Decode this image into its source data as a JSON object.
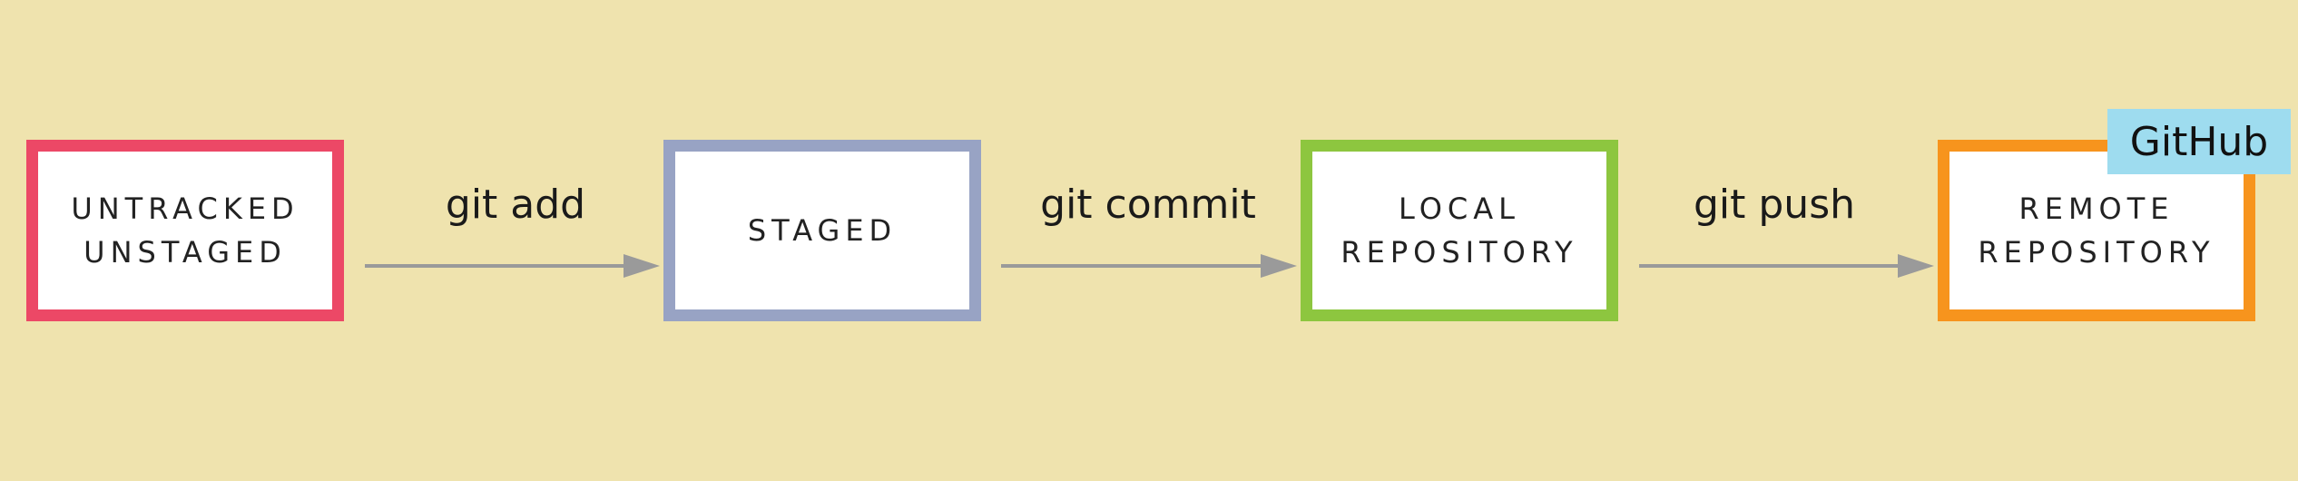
{
  "stages": {
    "untracked": {
      "line1": "UNTRACKED",
      "line2": "UNSTAGED"
    },
    "staged": {
      "line1": "STAGED"
    },
    "local": {
      "line1": "LOCAL",
      "line2": "REPOSITORY"
    },
    "remote": {
      "line1": "REMOTE",
      "line2": "REPOSITORY"
    }
  },
  "commands": {
    "add": "git add",
    "commit": "git commit",
    "push": "git push"
  },
  "badge": {
    "label": "GitHub"
  },
  "colors": {
    "background": "#efe3ae",
    "untracked": "#ec4866",
    "staged": "#98a3c4",
    "local": "#8dc63f",
    "remote": "#f7941d",
    "arrow": "#9a9a9a",
    "badge": "#9edcef"
  }
}
